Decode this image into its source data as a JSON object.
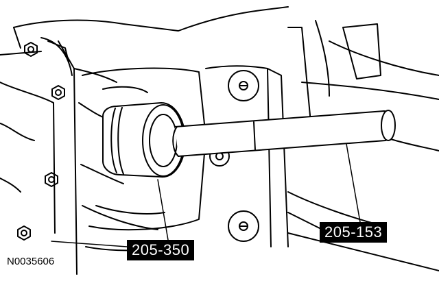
{
  "figure": {
    "id": "N0035606",
    "labels": [
      {
        "text": "205-350"
      },
      {
        "text": "205-153"
      }
    ]
  }
}
